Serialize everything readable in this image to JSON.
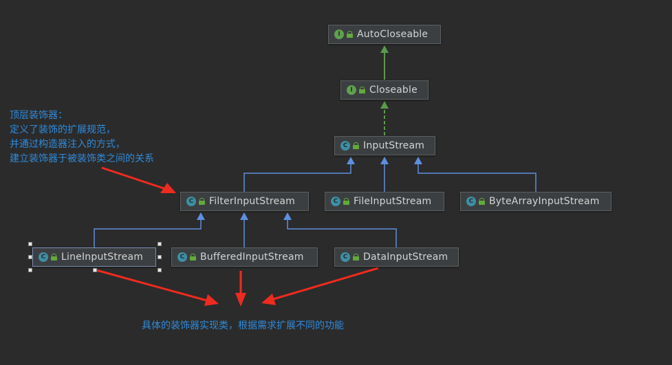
{
  "nodes": {
    "autocloseable": {
      "label": "AutoCloseable",
      "kind": "I",
      "kind_type": "interface"
    },
    "closeable": {
      "label": "Closeable",
      "kind": "I",
      "kind_type": "interface"
    },
    "inputstream": {
      "label": "InputStream",
      "kind": "C",
      "kind_type": "class"
    },
    "filterinputstream": {
      "label": "FilterInputStream",
      "kind": "C",
      "kind_type": "class"
    },
    "fileinputstream": {
      "label": "FileInputStream",
      "kind": "C",
      "kind_type": "class"
    },
    "bytearrayinputstream": {
      "label": "ByteArrayInputStream",
      "kind": "C",
      "kind_type": "class"
    },
    "lineinputstream": {
      "label": "LineInputStream",
      "kind": "C",
      "kind_type": "class",
      "selected": true
    },
    "bufferedinputstream": {
      "label": "BufferedInputStream",
      "kind": "C",
      "kind_type": "class"
    },
    "datainputstream": {
      "label": "DataInputStream",
      "kind": "C",
      "kind_type": "class"
    }
  },
  "relations": [
    {
      "from": "Closeable",
      "to": "AutoCloseable",
      "type": "extends"
    },
    {
      "from": "InputStream",
      "to": "Closeable",
      "type": "implements"
    },
    {
      "from": "FilterInputStream",
      "to": "InputStream",
      "type": "extends"
    },
    {
      "from": "FileInputStream",
      "to": "InputStream",
      "type": "extends"
    },
    {
      "from": "ByteArrayInputStream",
      "to": "InputStream",
      "type": "extends"
    },
    {
      "from": "LineInputStream",
      "to": "FilterInputStream",
      "type": "extends"
    },
    {
      "from": "BufferedInputStream",
      "to": "FilterInputStream",
      "type": "extends"
    },
    {
      "from": "DataInputStream",
      "to": "FilterInputStream",
      "type": "extends"
    }
  ],
  "annotations": {
    "top_decorator": [
      "顶层装饰器：",
      "定义了装饰的扩展规范，",
      "并通过构造器注入的方式，",
      "建立装饰器于被装饰类之间的关系"
    ],
    "concrete_decorators": "具体的装饰器实现类，根据需求扩展不同的功能"
  },
  "colors": {
    "background": "#2b2b2b",
    "node_fill": "#3c3f41",
    "extends_arrow": "#5f8fe0",
    "interface_arrow": "#5a9a4a",
    "annotation_text": "#2e8bdc",
    "annotation_arrow": "#ee2b1f"
  }
}
